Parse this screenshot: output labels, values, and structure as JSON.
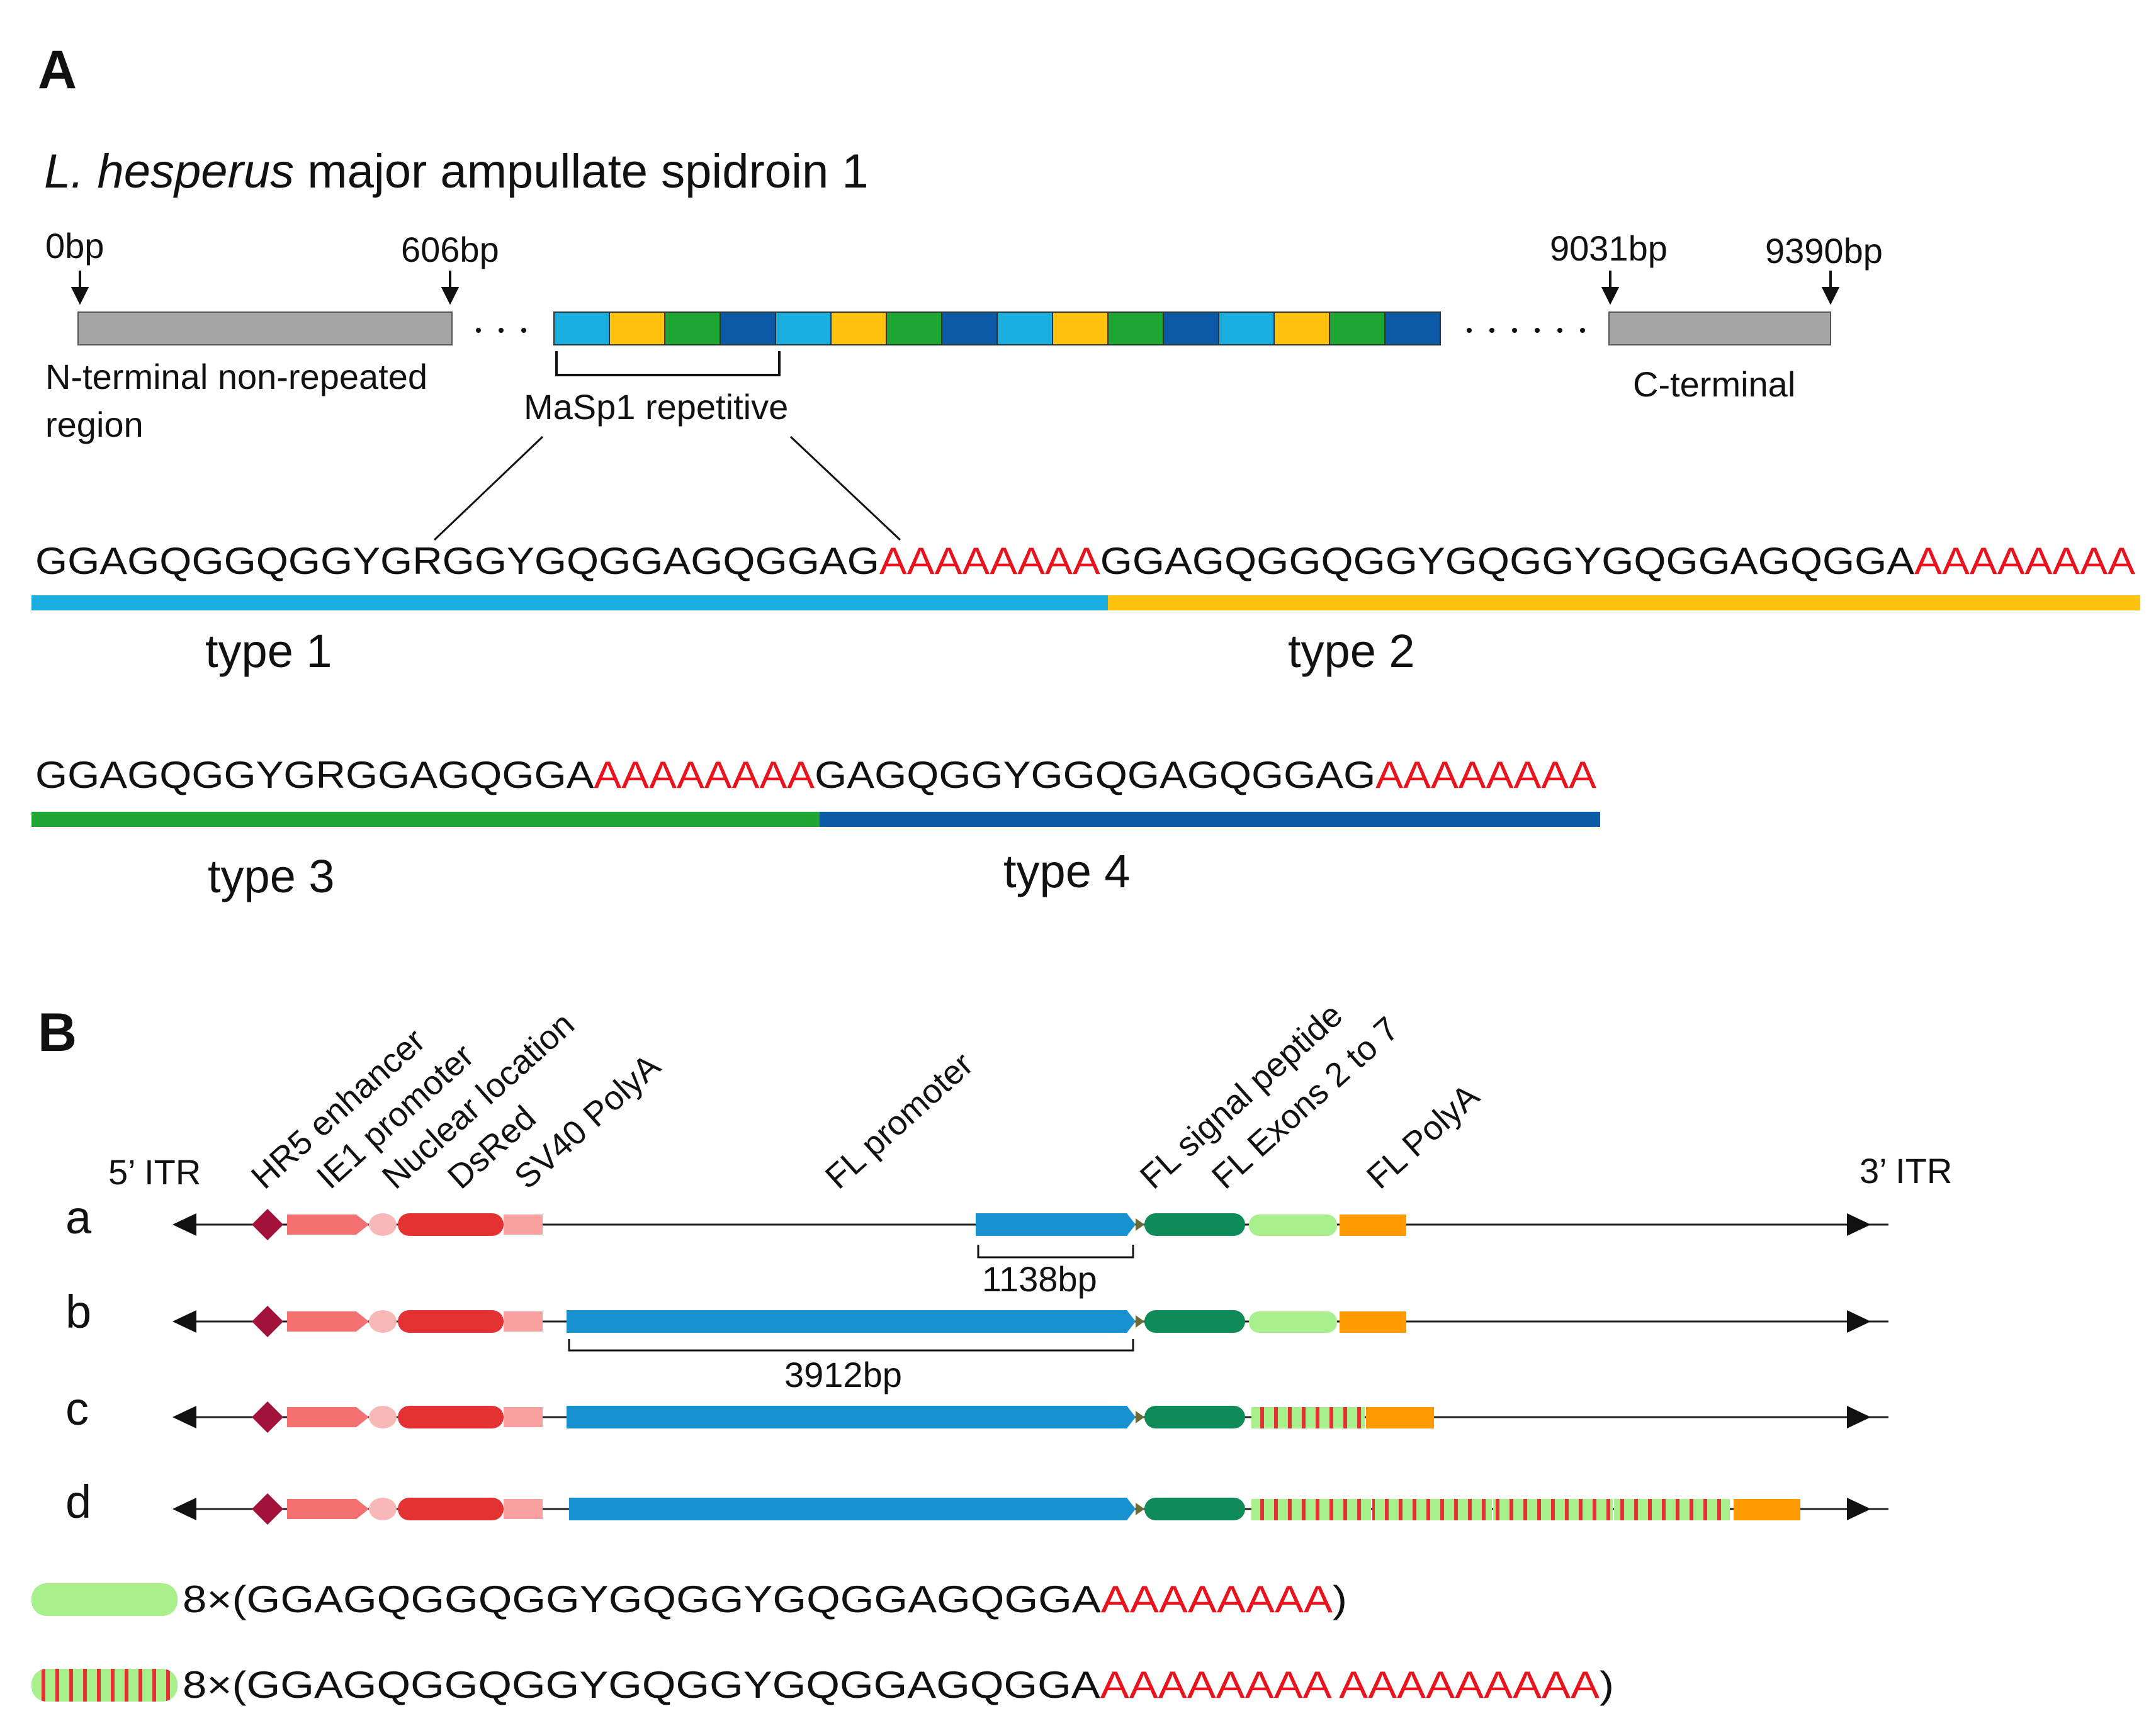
{
  "panel_a": {
    "letter": "A",
    "title_italic": "L. hesperus",
    "title_rest": " major ampullate spidroin 1",
    "pos_0": "0bp",
    "pos_606": "606bp",
    "pos_9031": "9031bp",
    "pos_9390": "9390bp",
    "n_term_line1": "N-terminal non-repeated",
    "n_term_line2": "region",
    "c_term": "C-terminal",
    "repetitive": "MaSp1 repetitive",
    "seq1_black": "GGAGQGGQGGYGRGGYGQGGAGQGGAG",
    "seq1_red": "AAAAAAAA",
    "seq2_black": "GGAGQGGQGGYGQGGYGQGGAGQGGA",
    "seq2_red": "AAAAAAAA",
    "seq3_black": "GGAGQGGYGRGGAGQGGA",
    "seq3_red": "AAAAAAAA",
    "seq4_black": "GAGQGGYGGQGAGQGGAG",
    "seq4_red": "AAAAAAAA",
    "type1": "type 1",
    "type2": "type 2",
    "type3": "type 3",
    "type4": "type 4",
    "colors": {
      "type1": "#1aaede",
      "type2": "#ffc20e",
      "type3": "#1ea532",
      "type4": "#0b5aa5",
      "terminal": "#a6a6a6",
      "red_text": "#e8131c"
    }
  },
  "panel_b": {
    "letter": "B",
    "itr5": "5’ ITR",
    "itr3": "3’ ITR",
    "elements": [
      "HR5 enhancer",
      "IE1 promoter",
      "Nuclear location",
      "DsRed",
      "SV40 PolyA",
      "FL promoter",
      "FL signal peptide",
      "FL Exons 2 to 7",
      "FL PolyA"
    ],
    "rows": [
      "a",
      "b",
      "c",
      "d"
    ],
    "size_a": "1138bp",
    "size_b": "3912bp",
    "legend1_prefix": "8×(GGAGQGGQGGYGQGGYGQGGAGQGGA",
    "legend1_red": "AAAAAAAA",
    "legend1_suffix": ")",
    "legend2_prefix": "8×(GGAGQGGQGGYGQGGYGQGGAGQGGA",
    "legend2_red": "AAAAAAAA AAAAAAAAA",
    "legend2_suffix": ")",
    "colors": {
      "hr5": "#a3123a",
      "ie1": "#f47171",
      "nls": "#f9b8b8",
      "dsred": "#e43232",
      "sv40": "#f9a0a0",
      "fl_promoter": "#1791d0",
      "signal": "#0f8b5a",
      "exons": "#a8f08c",
      "polya": "#ff9a00"
    }
  }
}
